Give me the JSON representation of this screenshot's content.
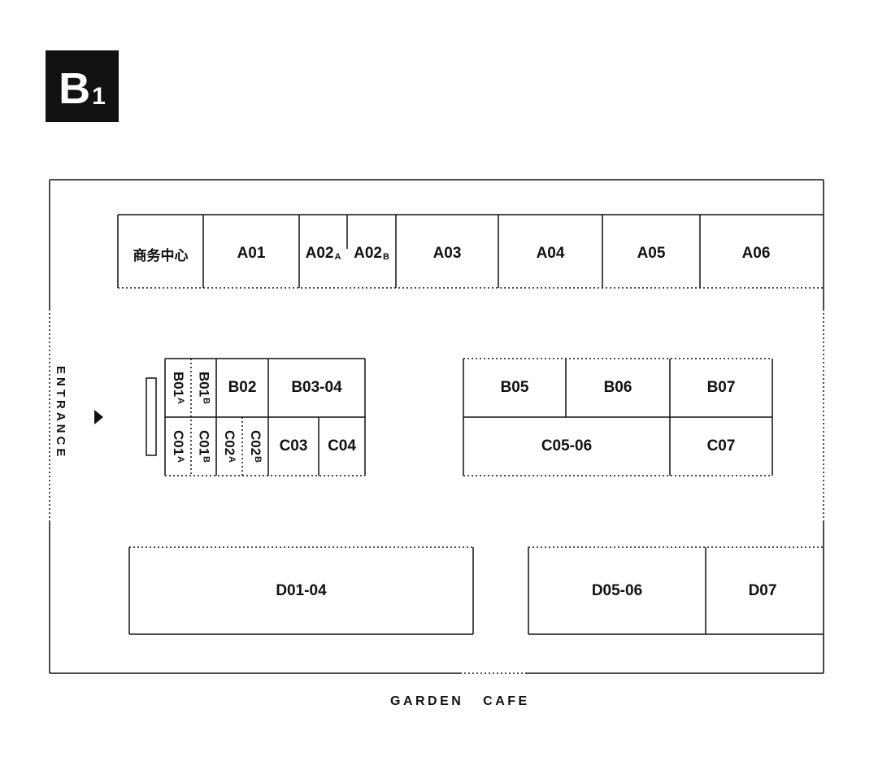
{
  "level": {
    "letter": "B",
    "number": "1"
  },
  "entrance_label": "ENTRANCE",
  "garden_cafe_label": "GARDEN   CAFE",
  "booths": {
    "business_center": "商务中心",
    "a01": "A01",
    "a02a_main": "A02",
    "a02a_sub": "A",
    "a02b_main": "A02",
    "a02b_sub": "B",
    "a03": "A03",
    "a04": "A04",
    "a05": "A05",
    "a06": "A06",
    "b01a_main": "B01",
    "b01a_sub": "A",
    "b01b_main": "B01",
    "b01b_sub": "B",
    "b02": "B02",
    "b03_04": "B03-04",
    "c01a_main": "C01",
    "c01a_sub": "A",
    "c01b_main": "C01",
    "c01b_sub": "B",
    "c02a_main": "C02",
    "c02a_sub": "A",
    "c02b_main": "C02",
    "c02b_sub": "B",
    "c03": "C03",
    "c04": "C04",
    "b05": "B05",
    "b06": "B06",
    "b07": "B07",
    "c05_06": "C05-06",
    "c07": "C07",
    "d01_04": "D01-04",
    "d05_06": "D05-06",
    "d07": "D07"
  }
}
